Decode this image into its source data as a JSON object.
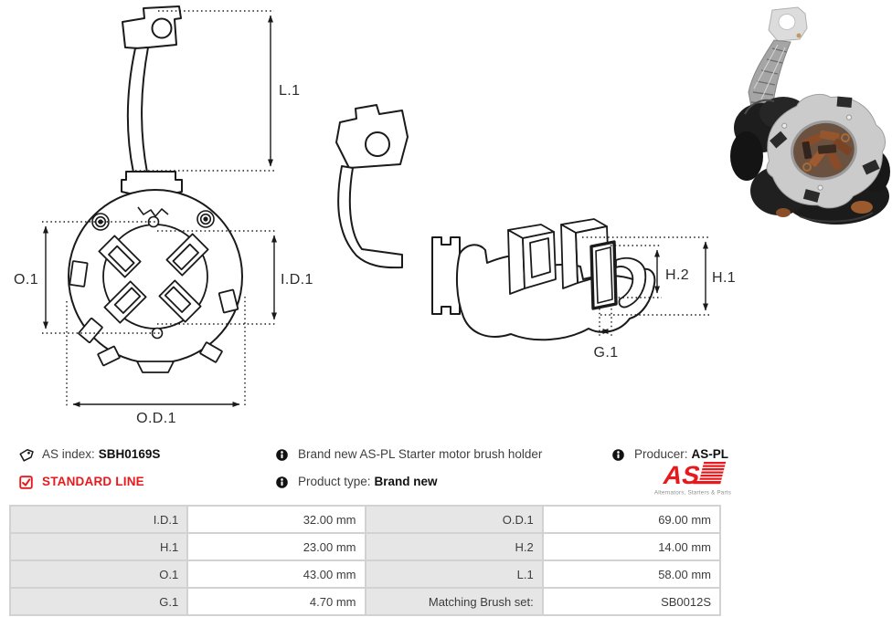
{
  "info": {
    "as_index": {
      "label": "AS index:",
      "value": "SBH0169S"
    },
    "description": {
      "text": "Brand new AS-PL Starter motor brush holder"
    },
    "producer": {
      "label": "Producer:",
      "value": "AS-PL"
    },
    "standard_line": {
      "label": "STANDARD LINE"
    },
    "product_type": {
      "label": "Product type:",
      "value": "Brand new"
    },
    "brand": {
      "logo_text": "AS",
      "tagline": "Alternators, Starters & Parts"
    }
  },
  "icons": {
    "as_index": "tag-icon",
    "description": "info-icon",
    "producer": "info-icon",
    "standard_line": "checkbox-checked-icon",
    "product_type": "info-icon"
  },
  "drawings": {
    "front_view": {
      "dim_l1": "L.1",
      "dim_o1": "O.1",
      "dim_id1": "I.D.1",
      "dim_od1": "O.D.1"
    },
    "side_view": {
      "dim_h2": "H.2",
      "dim_h1": "H.1",
      "dim_g1": "G.1"
    }
  },
  "specs_table": {
    "rows": [
      {
        "label1": "I.D.1",
        "value1": "32.00 mm",
        "label2": "O.D.1",
        "value2": "69.00 mm"
      },
      {
        "label1": "H.1",
        "value1": "23.00 mm",
        "label2": "H.2",
        "value2": "14.00 mm"
      },
      {
        "label1": "O.1",
        "value1": "43.00 mm",
        "label2": "L.1",
        "value2": "58.00 mm"
      },
      {
        "label1": "G.1",
        "value1": "4.70 mm",
        "label2": "Matching Brush set:",
        "value2": "SB0012S"
      }
    ]
  },
  "colors": {
    "accent_red": "#e8191c",
    "line_color": "#1a1a1a",
    "table_label_bg": "#e6e6e6",
    "table_border": "#d2d2d2"
  }
}
